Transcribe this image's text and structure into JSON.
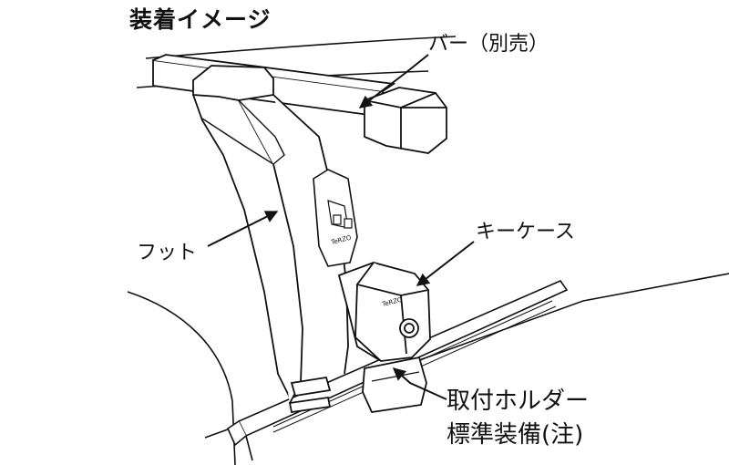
{
  "title": "装着イメージ",
  "labels": {
    "bar": "バー（別売）",
    "foot": "フット",
    "key_case": "キーケース",
    "holder_line1": "取付ホルダー",
    "holder_line2": "標準装備(注)"
  },
  "product_logo": "TeRZO",
  "colors": {
    "ink": "#111111",
    "paper": "#ffffff"
  }
}
